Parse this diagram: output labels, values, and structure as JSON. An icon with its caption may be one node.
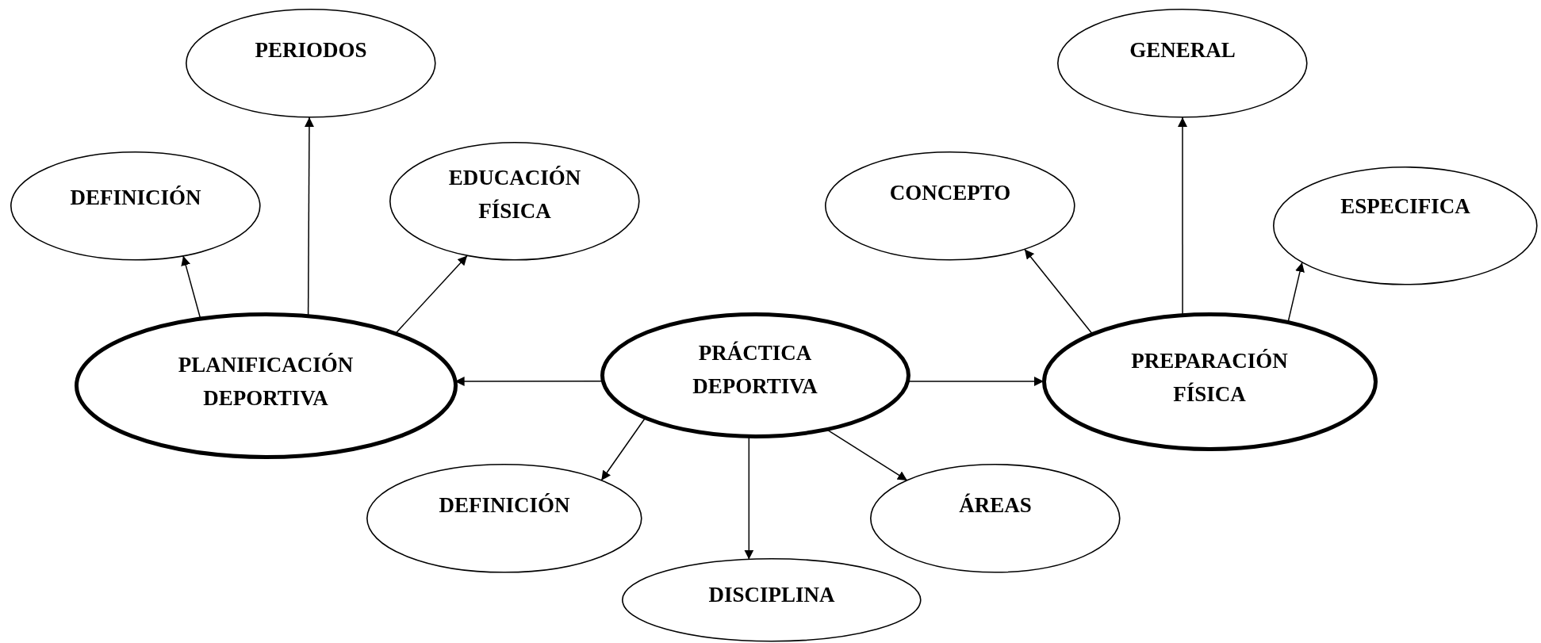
{
  "diagram": {
    "nodes": [
      {
        "text": [
          "PERIODOS"
        ]
      },
      {
        "text": [
          "GENERAL"
        ]
      },
      {
        "text": [
          "DEFINICIÓN"
        ]
      },
      {
        "text": [
          "EDUCACIÓN FÍSICA"
        ]
      },
      {
        "text": [
          "CONCEPTO"
        ]
      },
      {
        "text": [
          "ESPECIFICA"
        ]
      },
      {
        "text": [
          "PLANIFICACIÓN DEPORTIVA"
        ]
      },
      {
        "text": [
          "PRÁCTICA DEPORTIVA"
        ]
      },
      {
        "text": [
          "PREPARACIÓN FÍSICA"
        ]
      },
      {
        "text": [
          "DEFINICIÓN"
        ]
      },
      {
        "text": [
          "ÁREAS"
        ]
      },
      {
        "text": [
          "DISCIPLINA"
        ]
      }
    ],
    "edges": [
      {
        "from": 7,
        "to": 6,
        "arrow": "to"
      },
      {
        "from": 7,
        "to": 8,
        "arrow": "to"
      },
      {
        "from": 7,
        "to": 9,
        "arrow": "to"
      },
      {
        "from": 7,
        "to": 11,
        "arrow": "to"
      },
      {
        "from": 7,
        "to": 10,
        "arrow": "to"
      },
      {
        "from": 6,
        "to": 2,
        "arrow": "to"
      },
      {
        "from": 6,
        "to": 0,
        "arrow": "to"
      },
      {
        "from": 6,
        "to": 3,
        "arrow": "to"
      },
      {
        "from": 8,
        "to": 4,
        "arrow": "to"
      },
      {
        "from": 8,
        "to": 1,
        "arrow": "to"
      },
      {
        "from": 8,
        "to": 5,
        "arrow": "to"
      }
    ]
  }
}
